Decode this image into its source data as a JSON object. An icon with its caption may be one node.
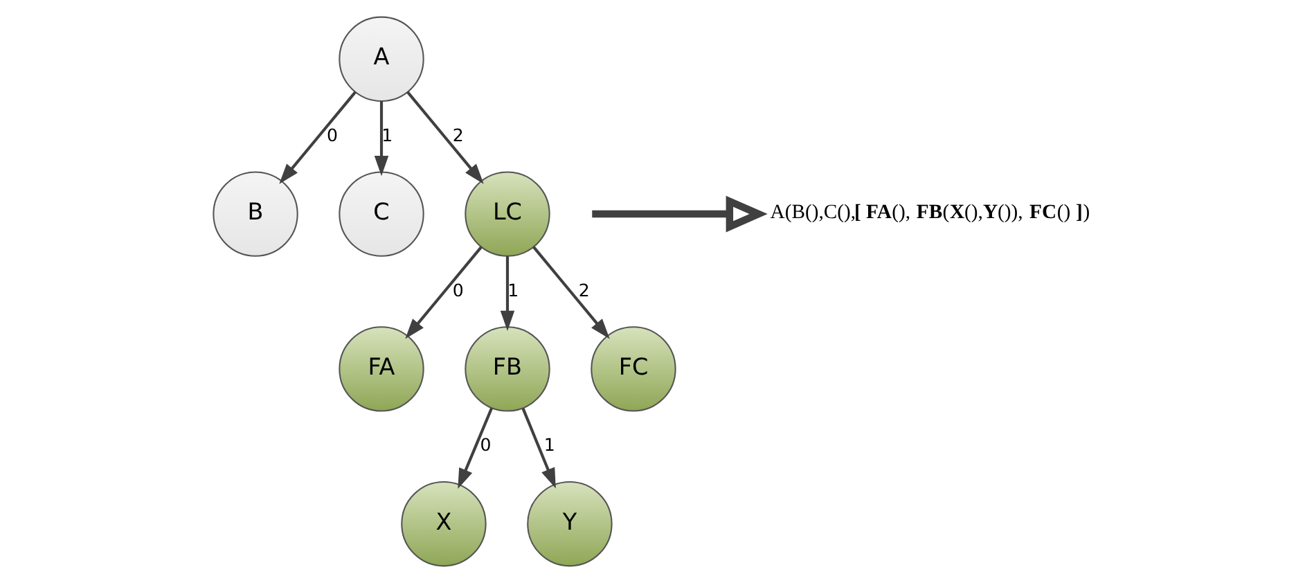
{
  "diagram": {
    "nodes": [
      {
        "text": [
          "A"
        ]
      },
      {
        "text": [
          "B"
        ]
      },
      {
        "text": [
          "C"
        ]
      },
      {
        "text": [
          "LC"
        ]
      },
      {
        "text": [
          "FA"
        ]
      },
      {
        "text": [
          "FB"
        ]
      },
      {
        "text": [
          "FC"
        ]
      },
      {
        "text": [
          "X"
        ]
      },
      {
        "text": [
          "Y"
        ]
      },
      {
        "text": [
          "A(B(),C(),**[ FA**(), **FB**(**X**(),**Y**()), **FC**() **]**)"
        ]
      }
    ],
    "edges": [
      {
        "from": 0,
        "to": 1,
        "arrow": "to",
        "label": "0"
      },
      {
        "from": 0,
        "to": 2,
        "arrow": "to",
        "label": "1"
      },
      {
        "from": 0,
        "to": 3,
        "arrow": "to",
        "label": "2"
      },
      {
        "from": 3,
        "to": 4,
        "arrow": "to",
        "label": "0"
      },
      {
        "from": 3,
        "to": 5,
        "arrow": "to",
        "label": "1"
      },
      {
        "from": 3,
        "to": 6,
        "arrow": "to",
        "label": "2"
      },
      {
        "from": 5,
        "to": 7,
        "arrow": "to",
        "label": "0"
      },
      {
        "from": 5,
        "to": 8,
        "arrow": "to",
        "label": "1"
      },
      {
        "from": null,
        "to": 9,
        "arrow": "to",
        "style": "thick"
      }
    ]
  }
}
